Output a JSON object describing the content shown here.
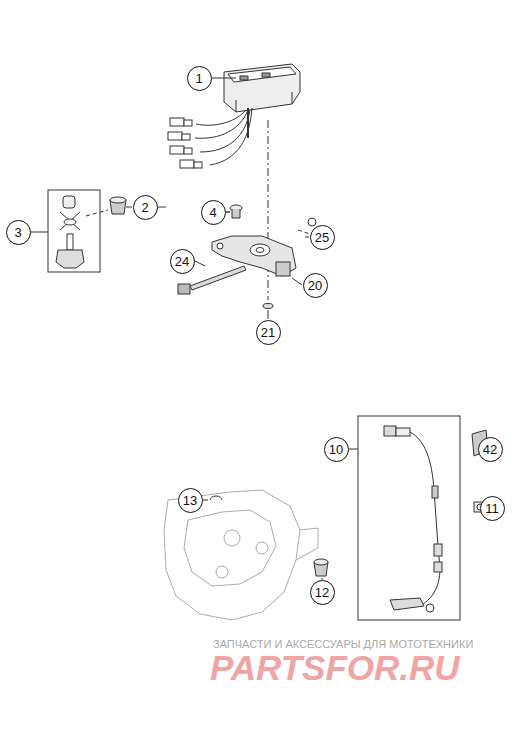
{
  "diagram": {
    "nodes": [
      {
        "text": [
          "1"
        ]
      },
      {
        "text": [
          "2"
        ]
      },
      {
        "text": [
          "3"
        ]
      },
      {
        "text": [
          "4"
        ]
      },
      {
        "text": [
          "25"
        ]
      },
      {
        "text": [
          "24"
        ]
      },
      {
        "text": [
          "20"
        ]
      },
      {
        "text": [
          "21"
        ]
      },
      {
        "text": [
          "10"
        ]
      },
      {
        "text": [
          "42"
        ]
      },
      {
        "text": [
          "13"
        ]
      },
      {
        "text": [
          "11"
        ]
      },
      {
        "text": [
          "12"
        ]
      }
    ],
    "labels": [
      "ЗАПЧАСТИ И АКСЕССУАРЫ ДЛЯ МОТОТЕХНИКИ",
      "PARTSFOR.RU"
    ]
  }
}
